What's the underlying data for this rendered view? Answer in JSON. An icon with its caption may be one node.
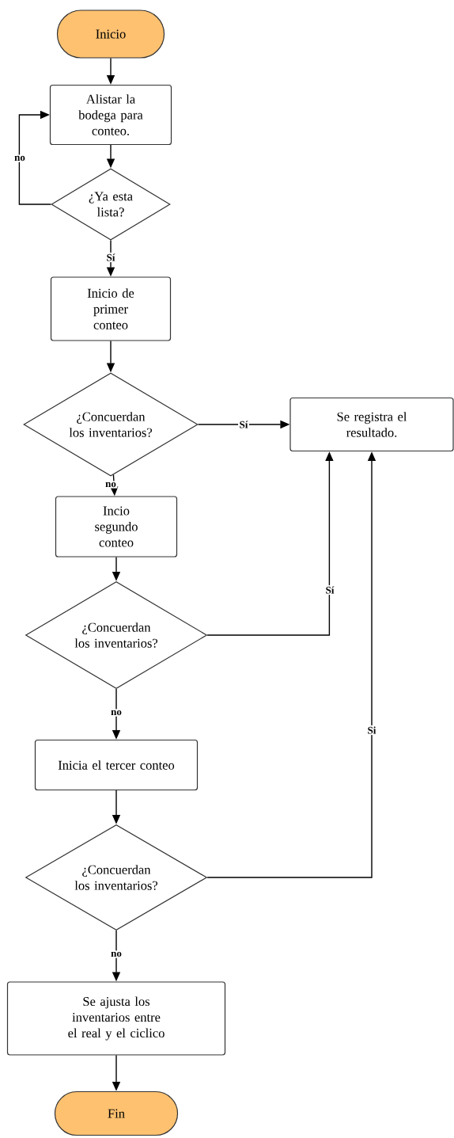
{
  "diagram": {
    "nodes": [
      {
        "text": [
          "Inicio"
        ]
      },
      {
        "text": [
          "Alistar la bodega para conteo."
        ]
      },
      {
        "text": [
          "¿Ya esta lista?"
        ]
      },
      {
        "text": [
          "Inicio de primer conteo"
        ]
      },
      {
        "text": [
          "¿Concuerdan los inventarios?"
        ]
      },
      {
        "text": [
          "Se registra el resultado."
        ]
      },
      {
        "text": [
          "Incio segundo conteo"
        ]
      },
      {
        "text": [
          "¿Concuerdan los inventarios?"
        ]
      },
      {
        "text": [
          "Inicia el tercer conteo"
        ]
      },
      {
        "text": [
          "¿Concuerdan los inventarios?"
        ]
      },
      {
        "text": [
          "Se ajusta los inventarios entre el real y el ciclico"
        ]
      },
      {
        "text": [
          "Fin"
        ]
      }
    ],
    "edges": [
      {
        "from": 0,
        "to": 1,
        "arrow": "to"
      },
      {
        "from": 1,
        "to": 2,
        "arrow": "to"
      },
      {
        "from": 2,
        "to": 1,
        "arrow": "to",
        "label": "no"
      },
      {
        "from": 2,
        "to": 3,
        "arrow": "to",
        "label": "Sí"
      },
      {
        "from": 3,
        "to": 4,
        "arrow": "to"
      },
      {
        "from": 4,
        "to": 5,
        "arrow": "to",
        "label": "Sí"
      },
      {
        "from": 4,
        "to": 6,
        "arrow": "to",
        "label": "no"
      },
      {
        "from": 6,
        "to": 7,
        "arrow": "to"
      },
      {
        "from": 7,
        "to": 5,
        "arrow": "to",
        "label": "Sí"
      },
      {
        "from": 7,
        "to": 8,
        "arrow": "to",
        "label": "no"
      },
      {
        "from": 8,
        "to": 9,
        "arrow": "to"
      },
      {
        "from": 9,
        "to": 5,
        "arrow": "to",
        "label": "Si"
      },
      {
        "from": 9,
        "to": 10,
        "arrow": "to",
        "label": "no"
      },
      {
        "from": 10,
        "to": 11,
        "arrow": "to"
      }
    ]
  }
}
